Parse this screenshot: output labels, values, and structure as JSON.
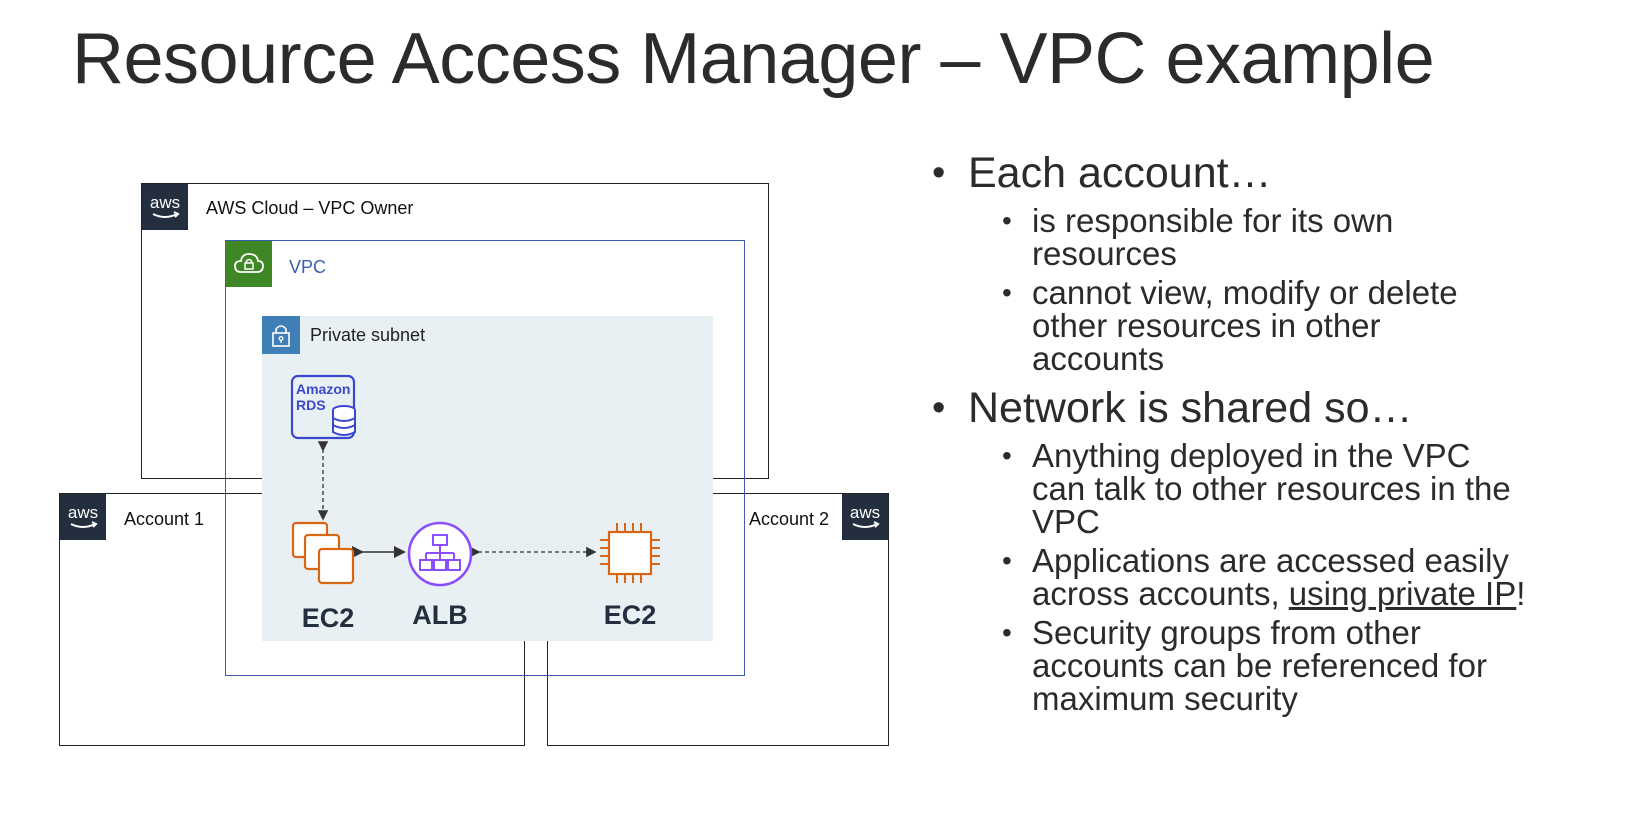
{
  "title": "Resource Access Manager – VPC example",
  "diagram": {
    "vpc_owner_label": "AWS Cloud – VPC Owner",
    "vpc_label": "VPC",
    "subnet_label": "Private subnet",
    "account1_label": "Account 1",
    "account2_label": "Account 2",
    "rds_icon_text": [
      "Amazon",
      "RDS"
    ],
    "ec2_left_label": "EC2",
    "alb_label": "ALB",
    "ec2_right_label": "EC2",
    "aws_badge_text": "aws"
  },
  "bullets": {
    "b1": "Each account…",
    "b1_sub1": "is responsible for its own resources",
    "b1_sub2": "cannot view, modify or delete other resources in other accounts",
    "b2": "Network is shared so…",
    "b2_sub1": "Anything deployed in the VPC can talk to other resources in the VPC",
    "b2_sub2_pre": "Applications are accessed easily across accounts, ",
    "b2_sub2_link": "using private IP",
    "b2_sub2_post": "!",
    "b2_sub3": "Security groups from other accounts can be referenced for maximum security"
  },
  "colors": {
    "aws_dark": "#232f3e",
    "vpc_green": "#3f8624",
    "vpc_blue": "#3b5fb0",
    "subnet_blue": "#3f7fb5",
    "subnet_bg": "#e9f0f3",
    "ec2_orange": "#d86613",
    "alb_purple": "#8c4fff",
    "rds_blue": "#3b48cc"
  }
}
